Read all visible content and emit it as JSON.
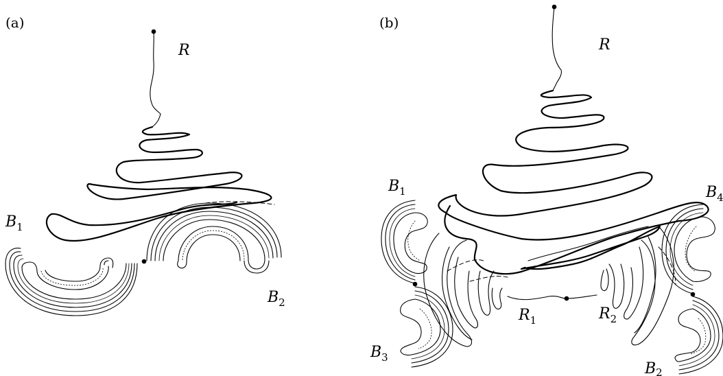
{
  "panels": [
    {
      "tag": "(a)",
      "labels": {
        "R": "R",
        "B1": {
          "main": "B",
          "sub": "1"
        },
        "B2": {
          "main": "B",
          "sub": "2"
        }
      }
    },
    {
      "tag": "(b)",
      "labels": {
        "R": "R",
        "B1": {
          "main": "B",
          "sub": "1"
        },
        "B2": {
          "main": "B",
          "sub": "2"
        },
        "B3": {
          "main": "B",
          "sub": "3"
        },
        "B4": {
          "main": "B",
          "sub": "4"
        },
        "R1": {
          "main": "R",
          "sub": "1"
        },
        "R2": {
          "main": "R",
          "sub": "2"
        }
      }
    }
  ]
}
